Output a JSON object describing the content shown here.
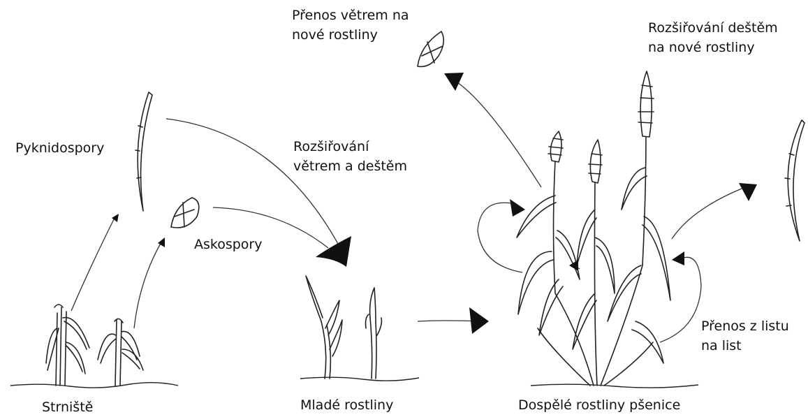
{
  "labels": {
    "wind_transfer": "Přenos větrem na\nnové rostliny",
    "rain_spread": "Rozšiřování deštěm\nna nové rostliny",
    "pycnidiospores": "Pyknidospory",
    "wind_rain_spread": "Rozšiřování\nvětrem a deštěm",
    "ascospores": "Askospory",
    "leaf_to_leaf": "Přenos z listu\nna list",
    "stubble": "Strniště",
    "young_plants": "Mladé rostliny",
    "mature_plants": "Dospělé rostliny pšenice"
  }
}
